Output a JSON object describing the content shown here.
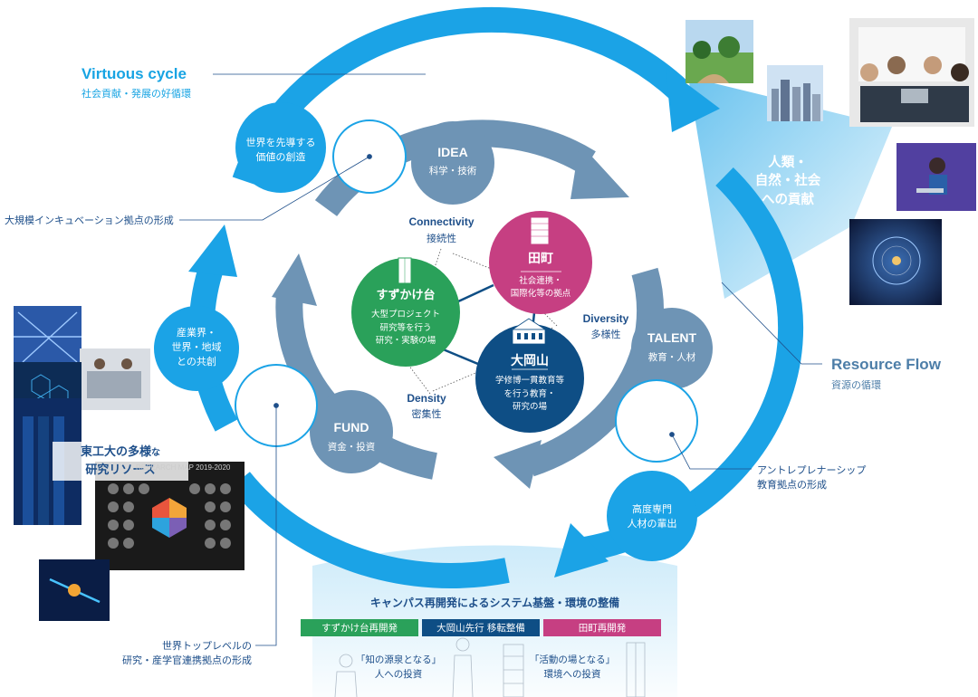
{
  "colors": {
    "outer_ring": "#1ba3e6",
    "inner_ring": "#6e94b5",
    "white_circle_border": "#1ba3e6",
    "suzukakedai": "#2aa15a",
    "tamachi": "#c63f82",
    "ookayama": "#0e4e85",
    "navy_text": "#1e4f8a",
    "resource_flow_text": "#4d7ea8",
    "cyan_text": "#18a4e3"
  },
  "virtuous_cycle": {
    "title": "Virtuous cycle",
    "subtitle": "社会貢献・発展の好循環"
  },
  "resource_flow": {
    "title": "Resource Flow",
    "subtitle": "資源の循環"
  },
  "outer_nodes": {
    "value_creation": "世界を先導する\n価値の創造",
    "coexistence": "産業界・\n世界・地域\nとの共創",
    "talent_output": "高度専門\n人材の輩出"
  },
  "inner_nodes": {
    "idea": {
      "title": "IDEA",
      "subtitle": "科学・技術"
    },
    "talent": {
      "title": "TALENT",
      "subtitle": "教育・人材"
    },
    "fund": {
      "title": "FUND",
      "subtitle": "資金・投資"
    }
  },
  "core": {
    "connectivity": {
      "en": "Connectivity",
      "jp": "接続性"
    },
    "diversity": {
      "en": "Diversity",
      "jp": "多様性"
    },
    "density": {
      "en": "Density",
      "jp": "密集性"
    }
  },
  "campuses": {
    "tamachi": {
      "name": "田町",
      "desc": "社会連携・\n国際化等の拠点"
    },
    "suzukakedai": {
      "name": "すずかけ台",
      "desc": "大型プロジェクト\n研究等を行う\n研究・実験の場"
    },
    "ookayama": {
      "name": "大岡山",
      "desc": "学修博一貫教育等\nを行う教育・\n研究の場"
    }
  },
  "callouts": {
    "incubation": "大規模インキュベーション拠点の形成",
    "entrepreneurship": "アントレプレナーシップ\n教育拠点の形成",
    "world_top": "世界トップレベルの\n研究・産学官連携拠点の形成"
  },
  "contribution": "人類・\n自然・社会\nへの貢献",
  "research_resources": {
    "line1a": "東工大",
    "line1b": "の多様",
    "line1c": "な",
    "line2": "研究リソース"
  },
  "map_label": "RESEARCH MAP 2019-2020",
  "campus_redevelopment": {
    "title": "キャンパス再開発によるシステム基盤・環境の整備",
    "tags": [
      "すずかけ台再開発",
      "大岡山先行 移転整備",
      "田町再開発"
    ],
    "invest_people": "「知の源泉となる」\n人への投資",
    "invest_environment": "「活動の場となる」\n環境への投資"
  }
}
